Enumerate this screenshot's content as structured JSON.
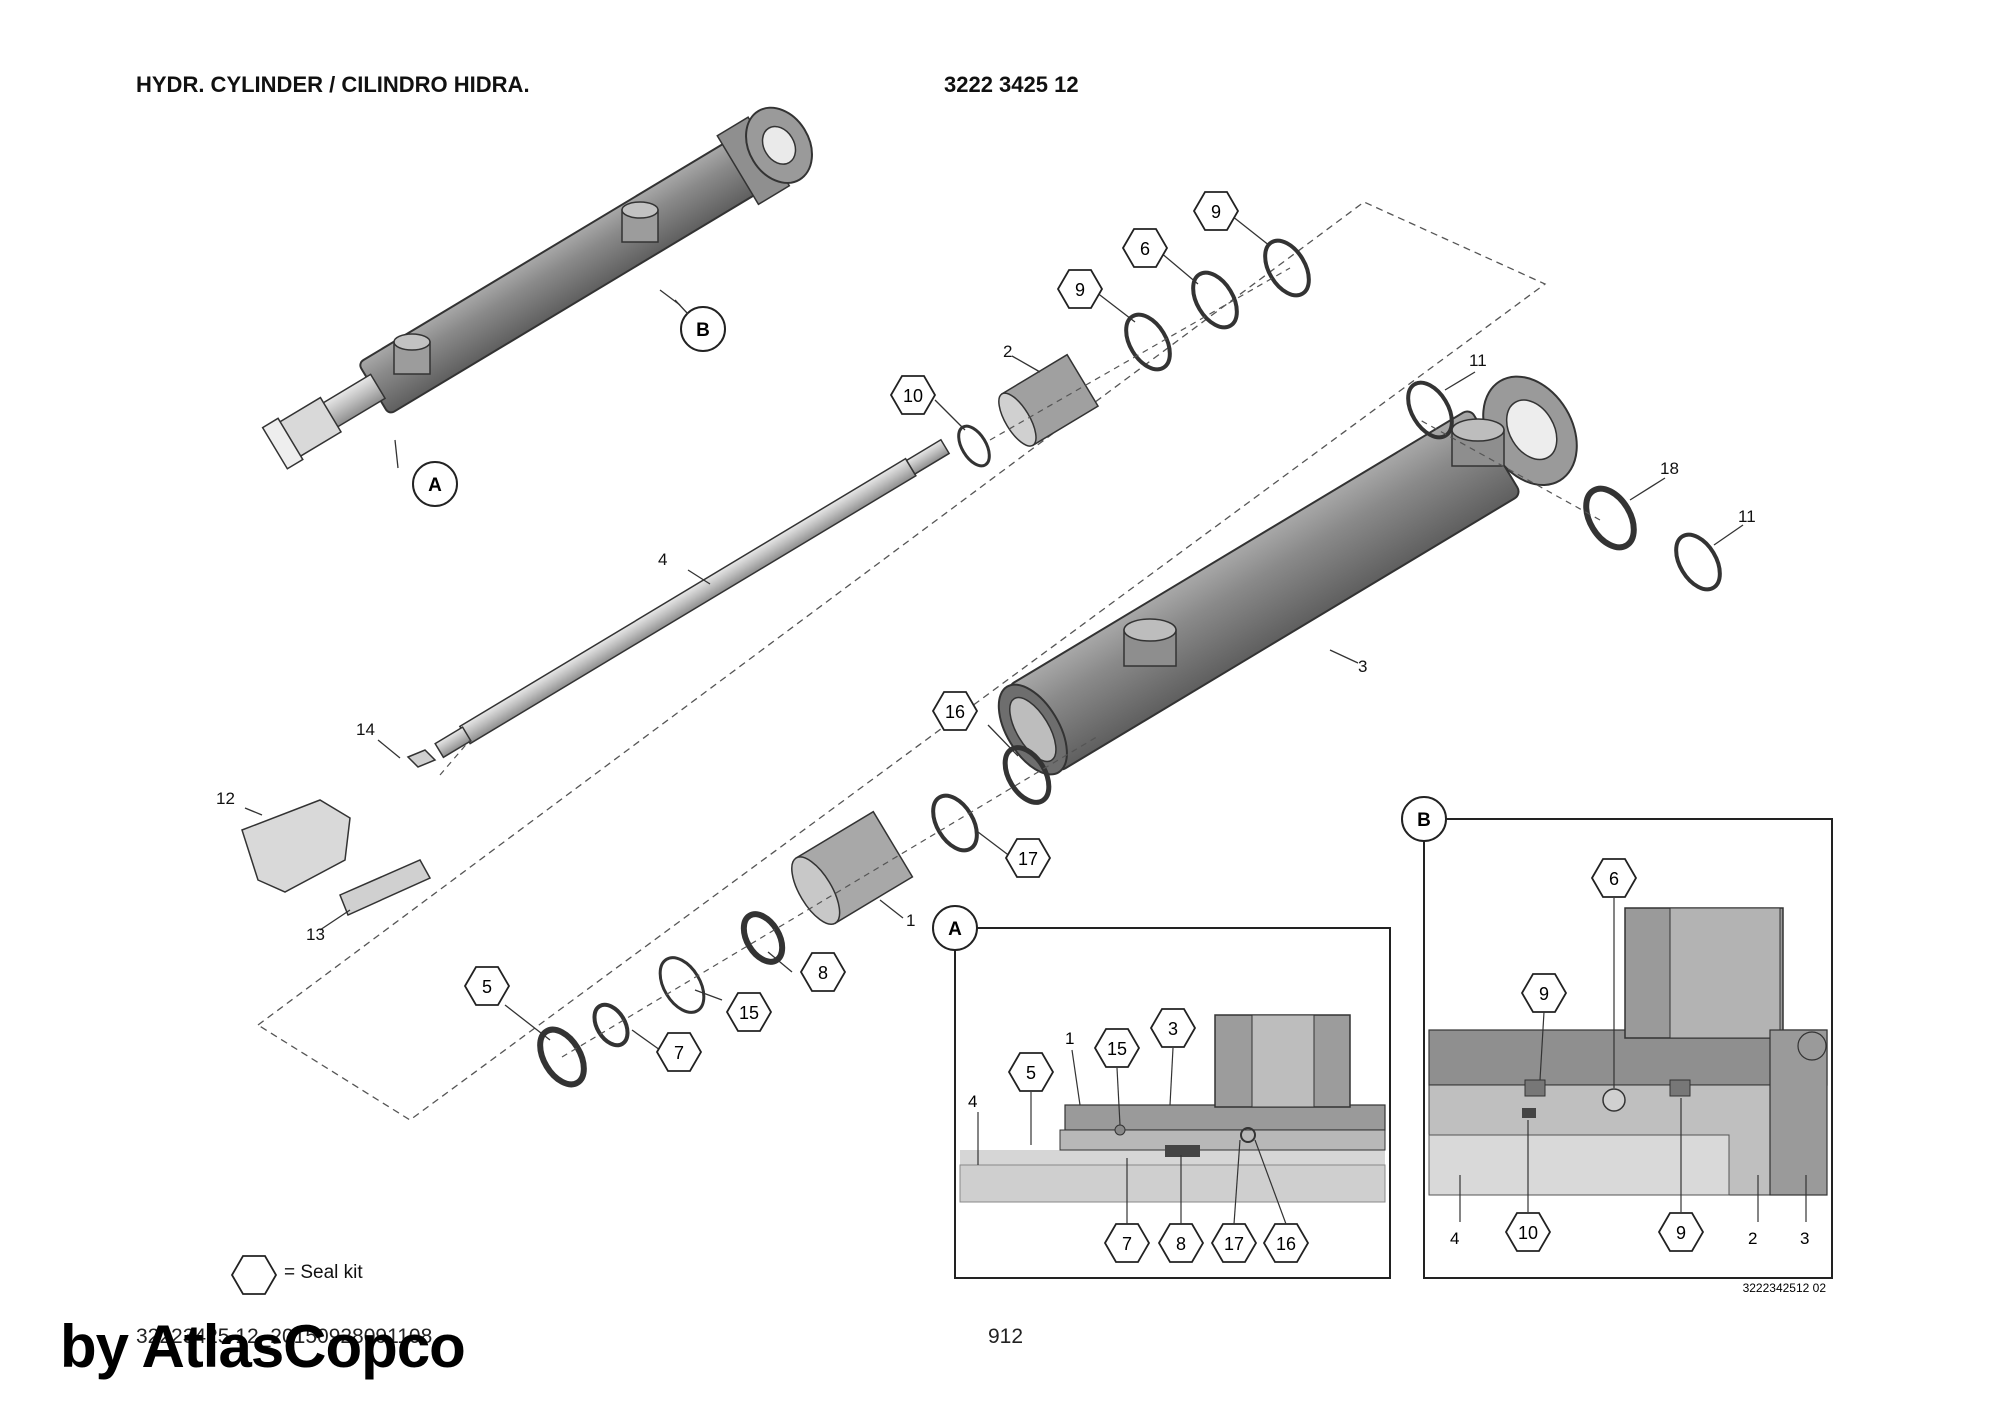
{
  "header": {
    "title": "HYDR. CYLINDER / CILINDRO HIDRA.",
    "part_number": "3222 3425 12"
  },
  "callouts": {
    "hex": [
      "9",
      "6",
      "9",
      "10",
      "16",
      "17",
      "8",
      "15",
      "5",
      "7"
    ],
    "plain": [
      "2",
      "11",
      "18",
      "11",
      "4",
      "3",
      "14",
      "12",
      "13",
      "1"
    ],
    "views": [
      "B",
      "A"
    ]
  },
  "detail_a": {
    "label": "A",
    "hex": [
      "5",
      "15",
      "3",
      "7",
      "8",
      "17",
      "16"
    ],
    "plain": [
      "1",
      "4"
    ]
  },
  "detail_b": {
    "label": "B",
    "hex": [
      "6",
      "9",
      "10",
      "9"
    ],
    "plain": [
      "4",
      "2",
      "3"
    ],
    "drawing_ref": "3222342512 02"
  },
  "legend": {
    "seal_kit": "= Seal kit"
  },
  "footer": {
    "code": "32223425 12_20150928091108",
    "page": "912",
    "watermark": "by AtlasCopco"
  }
}
